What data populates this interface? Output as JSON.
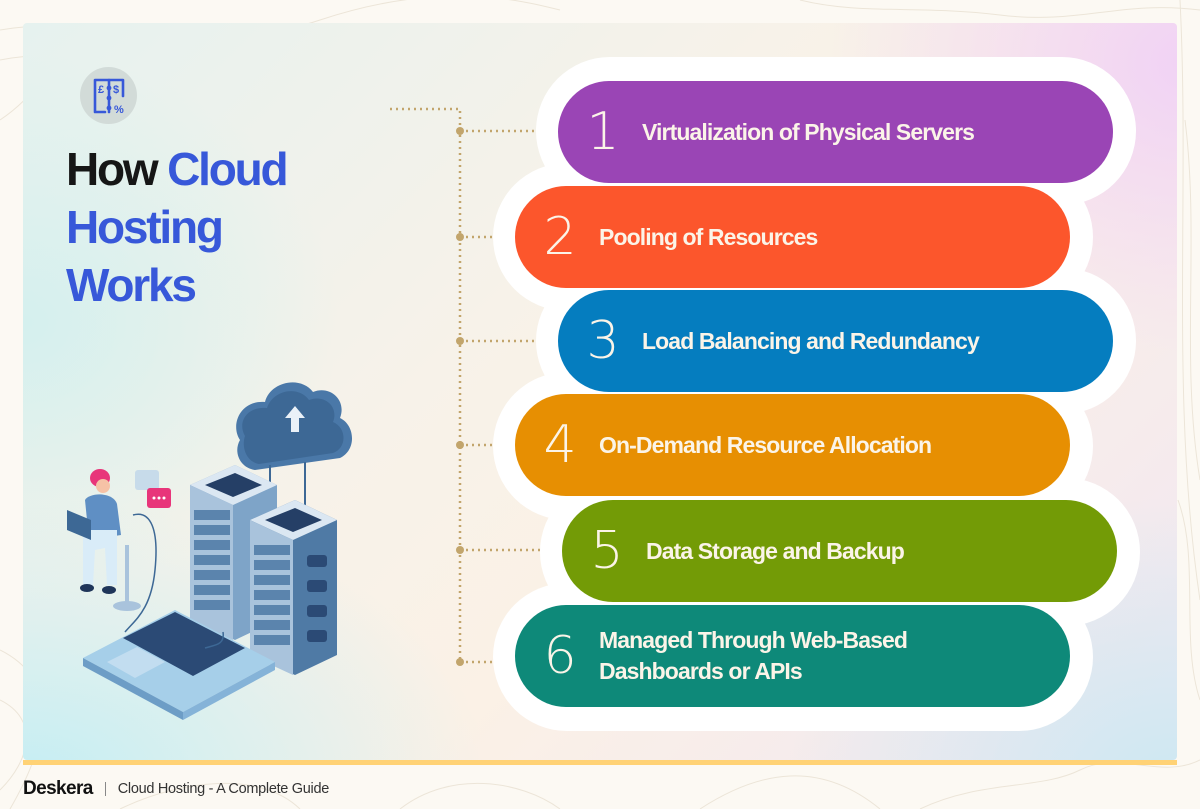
{
  "header": {
    "logo_icon": "ledger-currency-icon",
    "title_dark": "How",
    "title_accent_line1": "Cloud",
    "title_accent_line2": "Hosting",
    "title_accent_line3": "Works"
  },
  "colors": {
    "accent": "#3758d9",
    "title_dark": "#161616",
    "connector": "#c2a56c",
    "bottom_bar": "#ffd275"
  },
  "steps": [
    {
      "number": "1",
      "label": "Virtualization of Physical Servers",
      "color": "#9a45b5"
    },
    {
      "number": "2",
      "label": "Pooling of Resources",
      "color": "#fc562c"
    },
    {
      "number": "3",
      "label": "Load Balancing and Redundancy",
      "color": "#057dbf"
    },
    {
      "number": "4",
      "label": "On-Demand Resource Allocation",
      "color": "#e78f02"
    },
    {
      "number": "5",
      "label": "Data Storage and Backup",
      "color": "#739b06"
    },
    {
      "number": "6",
      "label_line1": "Managed Through Web-Based",
      "label_line2": "Dashboards or APIs",
      "color": "#0e8979"
    }
  ],
  "illustration": {
    "description": "Person with laptop beside server racks connected to a cloud upload",
    "icons": [
      "person-laptop-icon",
      "chat-bubble-icon",
      "server-rack-icon",
      "cloud-upload-icon",
      "laptop-icon"
    ]
  },
  "footer": {
    "brand": "Deskera",
    "subtitle": "Cloud Hosting - A Complete Guide"
  }
}
